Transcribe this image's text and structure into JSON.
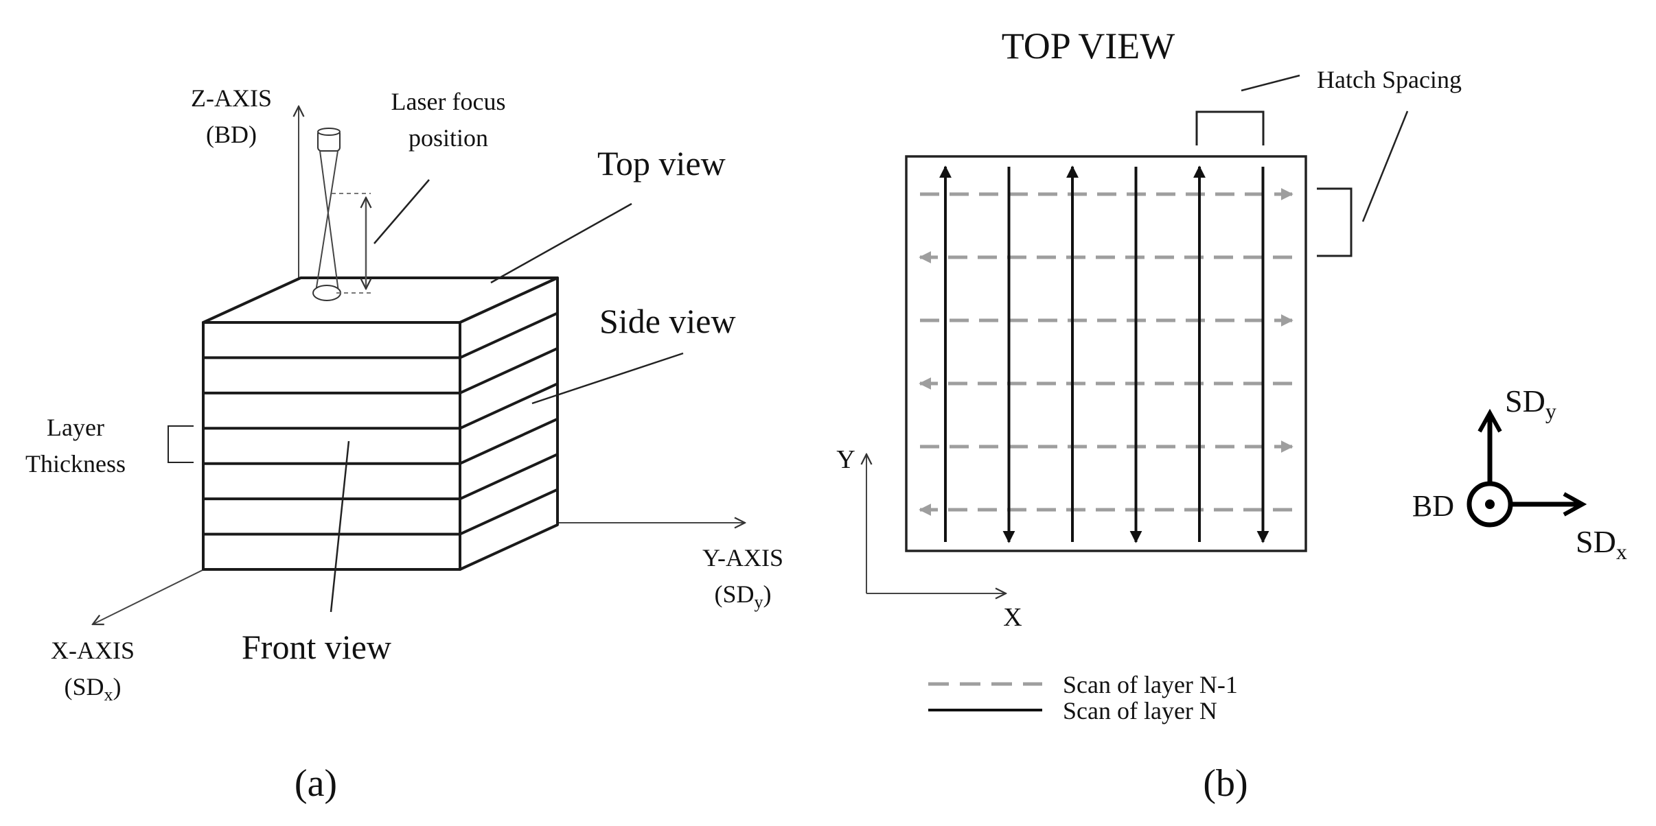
{
  "colors": {
    "line": "#222222",
    "scan_prev": "#9e9e9e",
    "scan_current": "#111111",
    "background": "#ffffff"
  },
  "panel_a": {
    "z_axis": {
      "name": "Z-AXIS",
      "sub": "(BD)"
    },
    "y_axis": {
      "name": "Y-AXIS",
      "sub_main": "(SD",
      "sub_idx": "y",
      "sub_close": ")"
    },
    "x_axis": {
      "name": "X-AXIS",
      "sub_main": "(SD",
      "sub_idx": "x",
      "sub_close": ")"
    },
    "laser_label": [
      "Laser focus",
      "position"
    ],
    "top_view": "Top view",
    "side_view": "Side view",
    "front_view": "Front view",
    "layer_label": [
      "Layer",
      "Thickness"
    ],
    "layer_count": 7,
    "caption": "(a)"
  },
  "panel_b": {
    "title": "TOP VIEW",
    "hatch_label": "Hatch Spacing",
    "x_label": "X",
    "y_label": "Y",
    "dir_bd": "BD",
    "dir_sdy": {
      "main": "SD",
      "idx": "y"
    },
    "dir_sdx": {
      "main": "SD",
      "idx": "x"
    },
    "scan_n_directions": [
      "up",
      "down",
      "up",
      "down",
      "up",
      "down"
    ],
    "scan_n1_directions": [
      "right",
      "left",
      "right",
      "left",
      "right",
      "left"
    ],
    "legend": {
      "prev": "Scan of layer N-1",
      "current": "Scan of layer N"
    },
    "caption": "(b)"
  }
}
